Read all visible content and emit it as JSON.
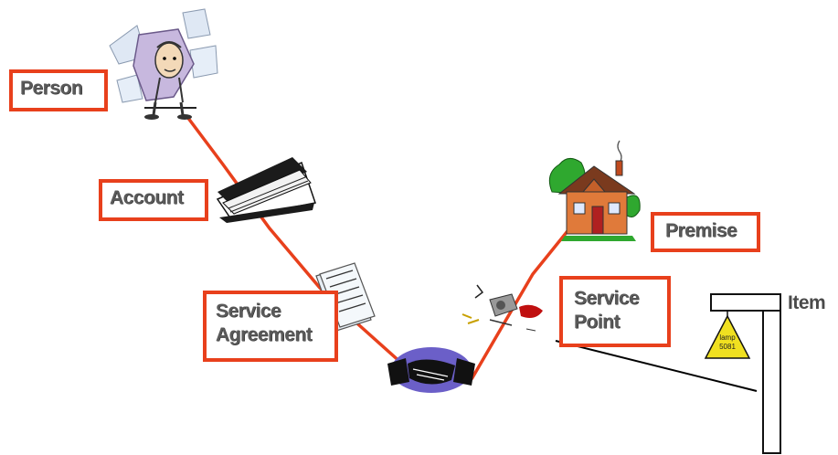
{
  "nodes": {
    "person": "Person",
    "account": "Account",
    "service_agreement_line1": "Service",
    "service_agreement_line2": "Agreement",
    "premise": "Premise",
    "service_point_line1": "Service",
    "service_point_line2": "Point",
    "item": "Item"
  },
  "lamp_sign": {
    "line1": "lamp",
    "line2": "5081"
  },
  "colors": {
    "connector": "#e8401c",
    "label_border": "#e8401c",
    "lamp": "#f0e020"
  },
  "icons": [
    "person-clipart",
    "account-ledger-icon",
    "service-agreement-document-icon",
    "handshake-icon",
    "meter-key-icon",
    "premise-house-icon",
    "item-pole-lamp-icon"
  ]
}
